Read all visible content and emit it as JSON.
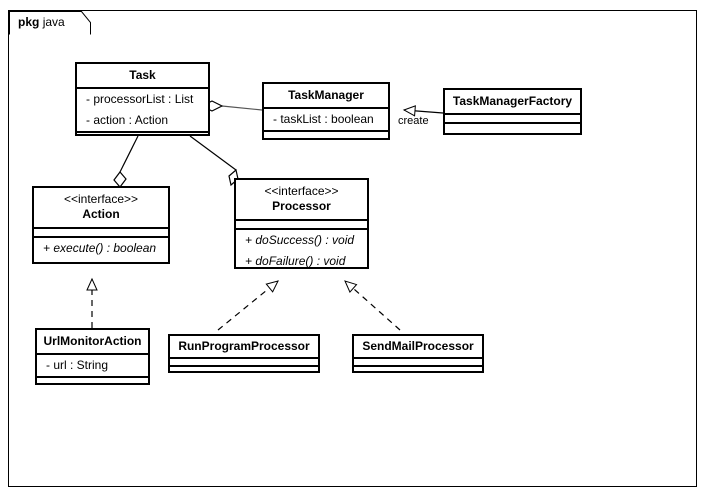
{
  "diagram": {
    "kind": "uml-class-diagram",
    "package": {
      "keyword": "pkg",
      "name": "java"
    },
    "colors": {
      "background": "#ffffff",
      "line": "#000000",
      "text": "#000000"
    },
    "classes": [
      {
        "id": "task",
        "name": "Task",
        "stereotype": "",
        "attributes": [
          "- processorList : List",
          "- action : Action"
        ],
        "operations": []
      },
      {
        "id": "taskmanager",
        "name": "TaskManager",
        "stereotype": "",
        "attributes": [
          "- taskList : boolean"
        ],
        "operations": []
      },
      {
        "id": "taskmanagerfactory",
        "name": "TaskManagerFactory",
        "stereotype": "",
        "attributes": [],
        "operations": []
      },
      {
        "id": "action",
        "name": "Action",
        "stereotype": "<<interface>>",
        "attributes": [],
        "operations": [
          "+ execute() : boolean"
        ]
      },
      {
        "id": "processor",
        "name": "Processor",
        "stereotype": "<<interface>>",
        "attributes": [],
        "operations": [
          "+ doSuccess() : void",
          "+ doFailure() : void"
        ]
      },
      {
        "id": "urlmonitoraction",
        "name": "UrlMonitorAction",
        "stereotype": "",
        "attributes": [
          "- url : String"
        ],
        "operations": []
      },
      {
        "id": "runprogramprocessor",
        "name": "RunProgramProcessor",
        "stereotype": "",
        "attributes": [],
        "operations": []
      },
      {
        "id": "sendmailprocessor",
        "name": "SendMailProcessor",
        "stereotype": "",
        "attributes": [],
        "operations": []
      }
    ],
    "relationships": [
      {
        "id": "rel-task-taskmanager",
        "type": "aggregation",
        "from": "taskmanager",
        "to": "task",
        "label": ""
      },
      {
        "id": "rel-task-action",
        "type": "aggregation",
        "from": "task",
        "to": "action",
        "label": ""
      },
      {
        "id": "rel-task-processor",
        "type": "aggregation",
        "from": "task",
        "to": "processor",
        "label": ""
      },
      {
        "id": "rel-factory-create",
        "type": "generalization",
        "from": "taskmanagerfactory",
        "to": "taskmanager",
        "label": "create"
      },
      {
        "id": "rel-url-action",
        "type": "realization",
        "from": "urlmonitoraction",
        "to": "action",
        "label": ""
      },
      {
        "id": "rel-run-processor",
        "type": "realization",
        "from": "runprogramprocessor",
        "to": "processor",
        "label": ""
      },
      {
        "id": "rel-send-processor",
        "type": "realization",
        "from": "sendmailprocessor",
        "to": "processor",
        "label": ""
      }
    ]
  }
}
